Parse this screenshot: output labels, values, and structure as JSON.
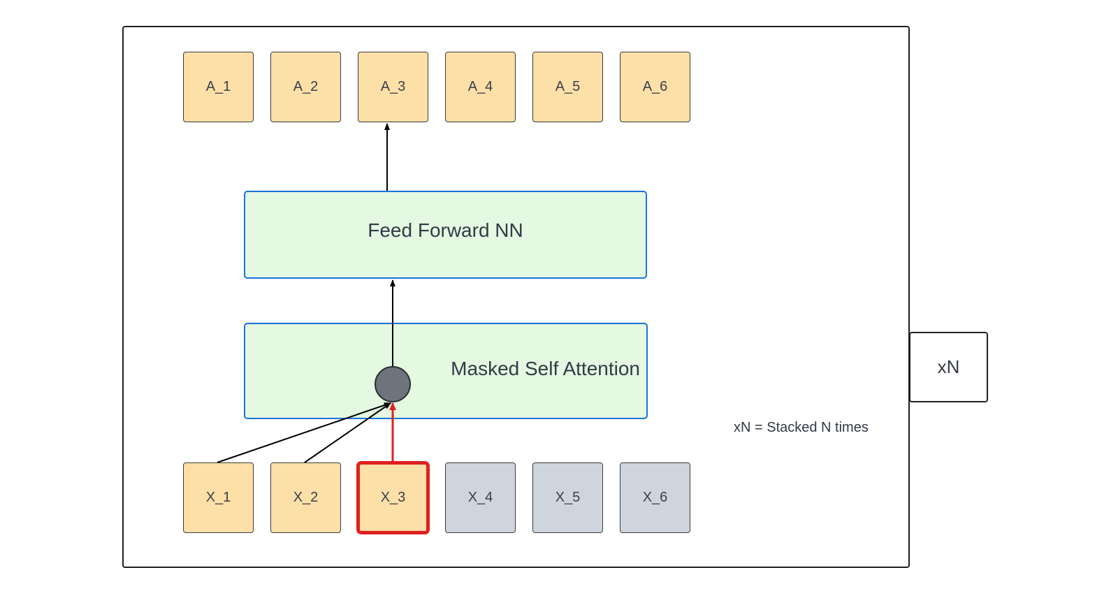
{
  "diagram": {
    "outputs": [
      "A_1",
      "A_2",
      "A_3",
      "A_4",
      "A_5",
      "A_6"
    ],
    "inputs": [
      {
        "label": "X_1",
        "state": "active"
      },
      {
        "label": "X_2",
        "state": "active"
      },
      {
        "label": "X_3",
        "state": "current"
      },
      {
        "label": "X_4",
        "state": "masked"
      },
      {
        "label": "X_5",
        "state": "masked"
      },
      {
        "label": "X_6",
        "state": "masked"
      }
    ],
    "ffnn_label": "Feed Forward NN",
    "msa_label": "Masked Self Attention",
    "stack_label": "xN",
    "note": "xN = Stacked N times",
    "colors": {
      "active_fill": "#fddfa8",
      "masked_fill": "#cfd5de",
      "block_fill": "#e4f8e2",
      "block_border": "#1a74d6",
      "highlight": "#e02020",
      "node_fill": "#6f737c"
    }
  }
}
